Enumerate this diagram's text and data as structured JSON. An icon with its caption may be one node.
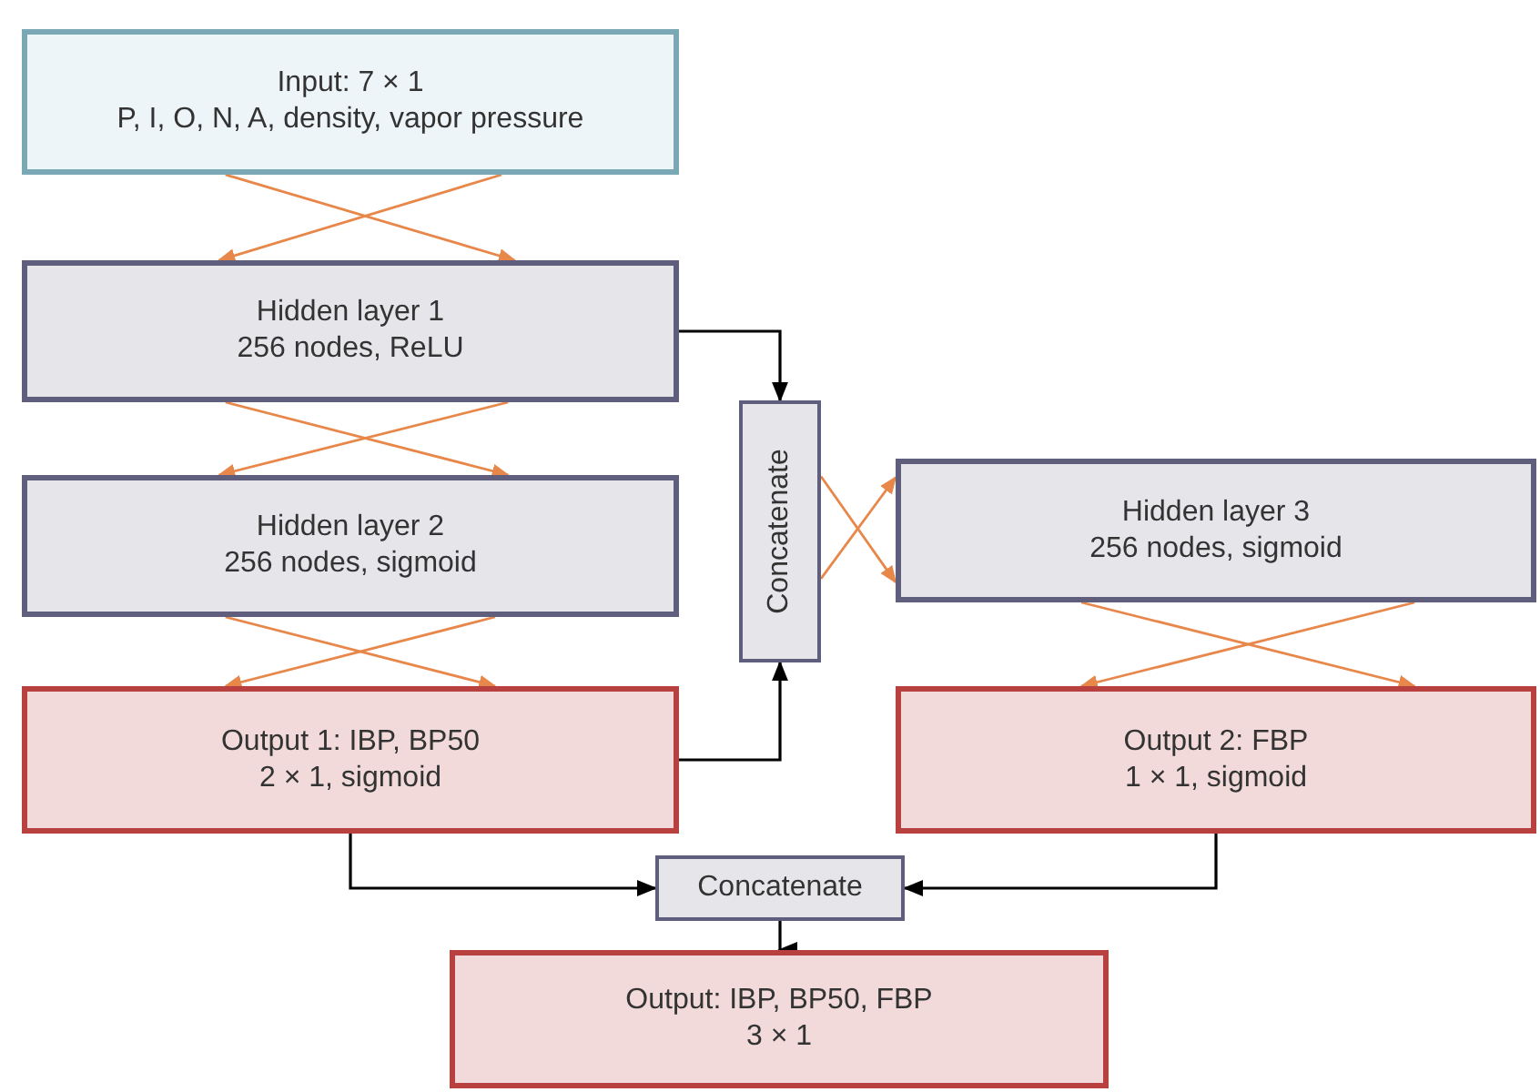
{
  "diagram": {
    "nodes": [
      {
        "text": [
          "Input: 7 × 1",
          "P, I, O, N, A, density, vapor pressure"
        ]
      },
      {
        "text": [
          "Hidden layer 1",
          "256 nodes, ReLU"
        ]
      },
      {
        "text": [
          "Hidden layer 2",
          "256 nodes, sigmoid"
        ]
      },
      {
        "text": [
          "Output 1: IBP, BP50",
          "2 × 1, sigmoid"
        ]
      },
      {
        "text": [
          "Concatenate"
        ]
      },
      {
        "text": [
          "Hidden layer 3",
          "256 nodes, sigmoid"
        ]
      },
      {
        "text": [
          "Output 2: FBP",
          "1 × 1, sigmoid"
        ]
      },
      {
        "text": [
          "Concatenate"
        ]
      },
      {
        "text": [
          "Output: IBP, BP50, FBP",
          "3 × 1"
        ]
      }
    ],
    "edges": [
      {
        "from": 0,
        "to": 1,
        "arrow": "to"
      },
      {
        "from": 0,
        "to": 1,
        "arrow": "to"
      },
      {
        "from": 1,
        "to": 2,
        "arrow": "to"
      },
      {
        "from": 1,
        "to": 2,
        "arrow": "to"
      },
      {
        "from": 2,
        "to": 3,
        "arrow": "to"
      },
      {
        "from": 2,
        "to": 3,
        "arrow": "to"
      },
      {
        "from": 1,
        "to": 4,
        "arrow": "to",
        "color": "#000000"
      },
      {
        "from": 3,
        "to": 4,
        "arrow": "to",
        "color": "#000000"
      },
      {
        "from": 4,
        "to": 5,
        "arrow": "to"
      },
      {
        "from": 4,
        "to": 5,
        "arrow": "to"
      },
      {
        "from": 5,
        "to": 6,
        "arrow": "to"
      },
      {
        "from": 5,
        "to": 6,
        "arrow": "to"
      },
      {
        "from": 3,
        "to": 7,
        "arrow": "to",
        "color": "#000000"
      },
      {
        "from": 6,
        "to": 7,
        "arrow": "to",
        "color": "#000000"
      },
      {
        "from": 7,
        "to": 8,
        "arrow": "to",
        "color": "#000000"
      }
    ]
  }
}
